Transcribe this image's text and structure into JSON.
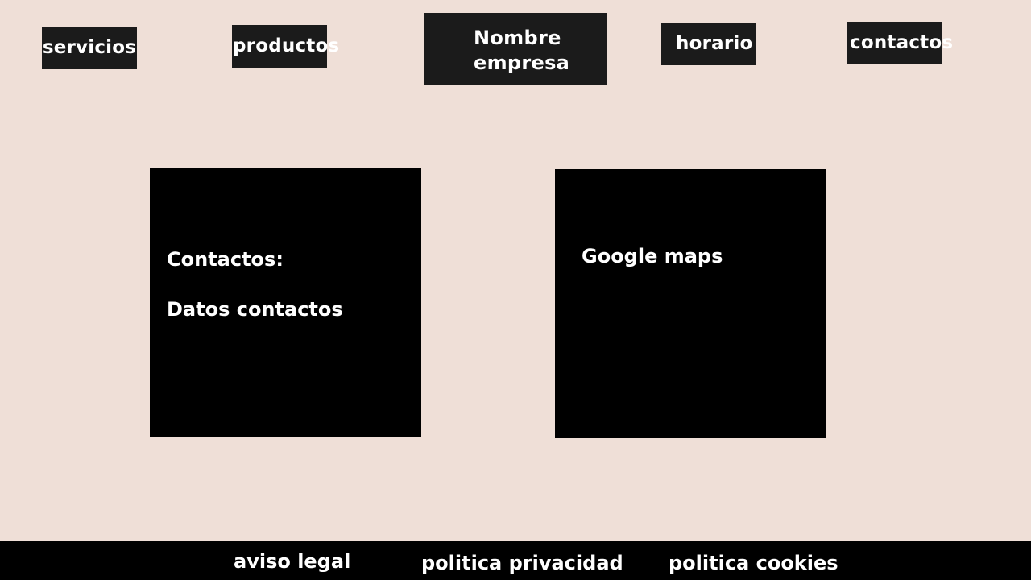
{
  "header": {
    "nav": {
      "servicios": "servicios",
      "productos": "productos",
      "horario": "horario",
      "contactos": "contactos"
    },
    "brand": {
      "line1": "Nombre",
      "line2": "empresa"
    }
  },
  "main": {
    "contacts_panel": {
      "title": "Contactos:",
      "details": "Datos contactos"
    },
    "map_panel": {
      "label": "Google maps"
    }
  },
  "footer": {
    "aviso_legal": "aviso legal",
    "politica_privacidad": "politica privacidad",
    "politica_cookies": "politica cookies"
  },
  "colors": {
    "background": "#efdfd7",
    "nav_bg": "#1b1b1b",
    "panel_bg": "#000000",
    "text": "#ffffff"
  }
}
